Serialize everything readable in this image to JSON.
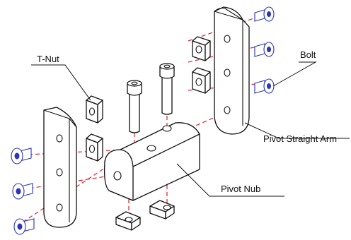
{
  "diagram": {
    "labels": {
      "t_nut": "T-Nut",
      "bolt": "Bolt",
      "pivot_straight_arm": "Pivot Straight Arm",
      "pivot_nub": "Pivot Nub"
    },
    "colors": {
      "outline": "#111111",
      "centerline": "#e0202a",
      "bolt": "#2b35b5"
    },
    "icons": [
      "button-head-bolt",
      "socket-head-cap-screw",
      "t-nut",
      "pivot-nub",
      "arm-plate"
    ]
  }
}
